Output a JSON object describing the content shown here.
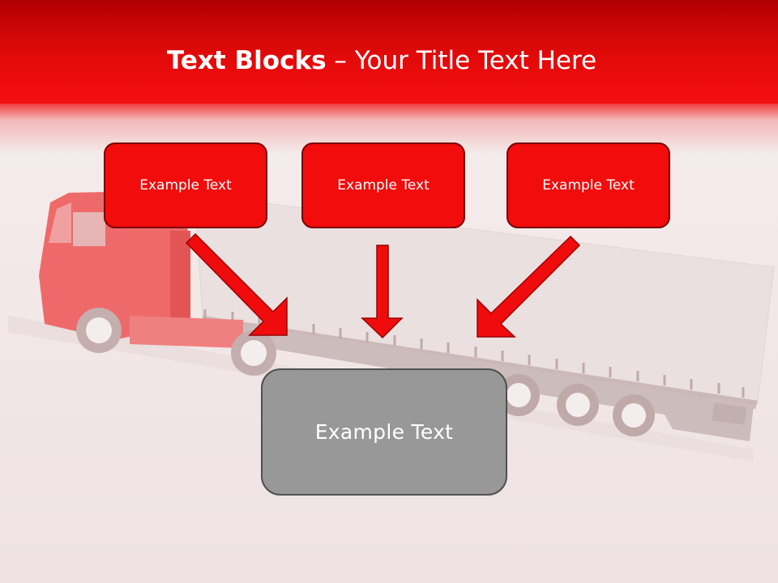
{
  "slide": {
    "title_bold": "Text Blocks",
    "title_separator": " – ",
    "title_rest": "Your Title Text Here",
    "colors": {
      "header_top": "#ae0000",
      "header_bottom": "#f21010",
      "box_red_fill": "#f20c0c",
      "box_red_border": "#7a0000",
      "box_gray_fill": "#989898",
      "box_gray_border": "#505050",
      "arrow_fill": "#f00c0c",
      "background": "#efe4e4"
    }
  },
  "top_boxes": [
    {
      "label": "Example Text"
    },
    {
      "label": "Example Text"
    },
    {
      "label": "Example Text"
    }
  ],
  "bottom_box": {
    "label": "Example Text"
  },
  "background_image": {
    "subject": "red semi-truck with curtain-side trailer (faded)"
  },
  "arrows": [
    {
      "direction": "down-right"
    },
    {
      "direction": "down"
    },
    {
      "direction": "down-left"
    }
  ]
}
